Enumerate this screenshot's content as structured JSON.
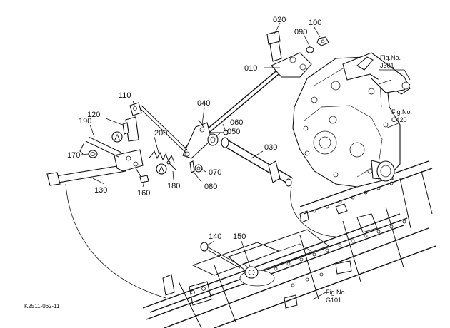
{
  "parts": [
    {
      "id": "p010",
      "label": "010"
    },
    {
      "id": "p020",
      "label": "020"
    },
    {
      "id": "p030",
      "label": "030"
    },
    {
      "id": "p040",
      "label": "040"
    },
    {
      "id": "p050",
      "label": "050"
    },
    {
      "id": "p060",
      "label": "060"
    },
    {
      "id": "p070",
      "label": "070"
    },
    {
      "id": "p080",
      "label": "080"
    },
    {
      "id": "p090",
      "label": "090"
    },
    {
      "id": "p100",
      "label": "100"
    },
    {
      "id": "p110",
      "label": "110"
    },
    {
      "id": "p120",
      "label": "120"
    },
    {
      "id": "p130",
      "label": "130"
    },
    {
      "id": "p140",
      "label": "140"
    },
    {
      "id": "p150",
      "label": "150"
    },
    {
      "id": "p160",
      "label": "160"
    },
    {
      "id": "p170",
      "label": "170"
    },
    {
      "id": "p180",
      "label": "180"
    },
    {
      "id": "p190",
      "label": "190"
    },
    {
      "id": "p200",
      "label": "200"
    }
  ],
  "markers": [
    "A",
    "A"
  ],
  "fig_refs": [
    {
      "title": "Fig.No.",
      "code": "J301"
    },
    {
      "title": "Fig.No.",
      "code": "C420"
    },
    {
      "title": "Fig.No.",
      "code": "G101"
    }
  ],
  "drawing_code": "K2511-062-11"
}
